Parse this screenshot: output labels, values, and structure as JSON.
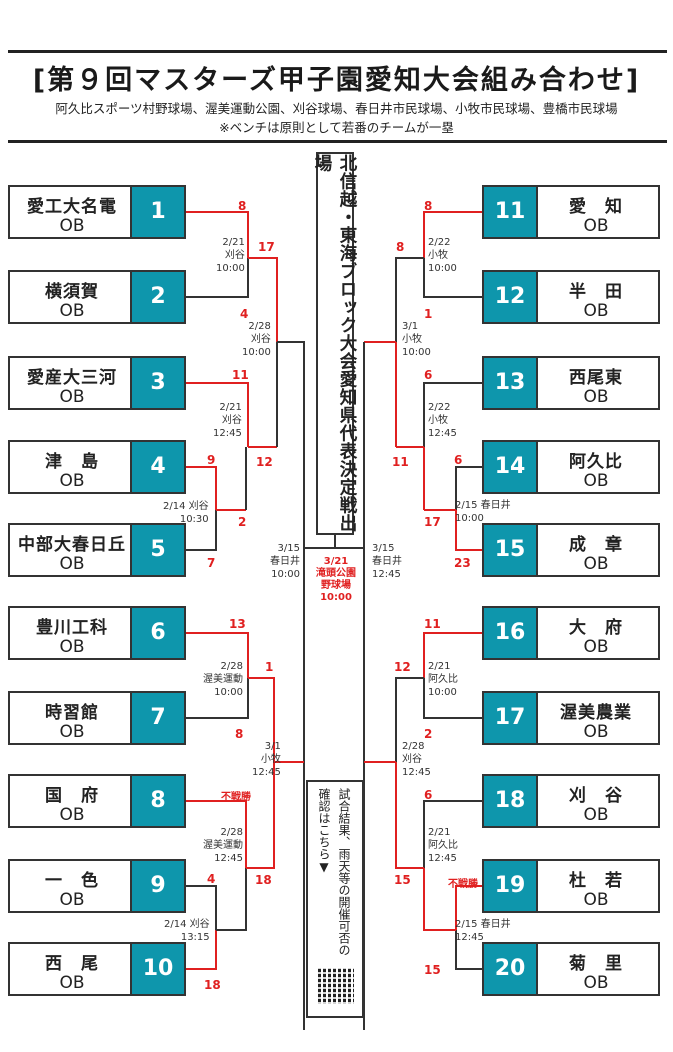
{
  "header": {
    "title": "[第９回マスターズ甲子園愛知大会組み合わせ]",
    "venues": "阿久比スポーツ村野球場、渥美運動公園、刈谷球場、春日井市民球場、小牧市民球場、豊橋市民球場",
    "note": "※ベンチは原則として若番のチームが一塁"
  },
  "center_banner": "北信越・東海ブロック大会愛知県代表決定戦出場",
  "final_match": {
    "date": "3/21",
    "venue_line1": "滝頭公園",
    "venue_line2": "野球場",
    "time": "10:00"
  },
  "info_box": {
    "text": "試合結果、雨天等の開催可否の確認はこちら▼",
    "qr_icon": "qr-code-icon"
  },
  "teams": [
    {
      "num": "1",
      "name": "愛工大名電",
      "suffix": "OB"
    },
    {
      "num": "2",
      "name": "横須賀",
      "suffix": "OB"
    },
    {
      "num": "3",
      "name": "愛産大三河",
      "suffix": "OB"
    },
    {
      "num": "4",
      "name": "津　島",
      "suffix": "OB"
    },
    {
      "num": "5",
      "name": "中部大春日丘",
      "suffix": "OB"
    },
    {
      "num": "6",
      "name": "豊川工科",
      "suffix": "OB"
    },
    {
      "num": "7",
      "name": "時習館",
      "suffix": "OB"
    },
    {
      "num": "8",
      "name": "国　府",
      "suffix": "OB"
    },
    {
      "num": "9",
      "name": "一　色",
      "suffix": "OB"
    },
    {
      "num": "10",
      "name": "西　尾",
      "suffix": "OB"
    },
    {
      "num": "11",
      "name": "愛　知",
      "suffix": "OB"
    },
    {
      "num": "12",
      "name": "半　田",
      "suffix": "OB"
    },
    {
      "num": "13",
      "name": "西尾東",
      "suffix": "OB"
    },
    {
      "num": "14",
      "name": "阿久比",
      "suffix": "OB"
    },
    {
      "num": "15",
      "name": "成　章",
      "suffix": "OB"
    },
    {
      "num": "16",
      "name": "大　府",
      "suffix": "OB"
    },
    {
      "num": "17",
      "name": "渥美農業",
      "suffix": "OB"
    },
    {
      "num": "18",
      "name": "刈　谷",
      "suffix": "OB"
    },
    {
      "num": "19",
      "name": "杜　若",
      "suffix": "OB"
    },
    {
      "num": "20",
      "name": "菊　里",
      "suffix": "OB"
    }
  ],
  "matches": [
    {
      "id": "m1-2",
      "date": "2/21",
      "venue": "刈谷",
      "time": "10:00",
      "scores": [
        "8",
        "4"
      ]
    },
    {
      "id": "m4-5",
      "date": "2/14",
      "venue": "刈谷",
      "time": "10:30",
      "scores": [
        "9",
        "7"
      ]
    },
    {
      "id": "m3-w45",
      "date": "2/21",
      "venue": "刈谷",
      "time": "12:45",
      "scores": [
        "11",
        "2"
      ]
    },
    {
      "id": "mL-top",
      "date": "2/28",
      "venue": "刈谷",
      "time": "10:00",
      "scores": [
        "17",
        "12"
      ]
    },
    {
      "id": "m6-7",
      "date": "2/28",
      "venue": "渥美運動",
      "time": "10:00",
      "scores": [
        "13",
        "8"
      ]
    },
    {
      "id": "m9-10",
      "date": "2/14",
      "venue": "刈谷",
      "time": "13:15",
      "scores": [
        "4",
        "18"
      ]
    },
    {
      "id": "m8-w910",
      "date": "2/28",
      "venue": "渥美運動",
      "time": "12:45",
      "scores": [
        "不戦勝",
        "18"
      ]
    },
    {
      "id": "mL-bot",
      "date": "3/1",
      "venue": "小牧",
      "time": "12:45",
      "scores": [
        "1",
        "18"
      ]
    },
    {
      "id": "semiL",
      "date": "3/15",
      "venue": "春日井",
      "time": "10:00"
    },
    {
      "id": "m11-12",
      "date": "2/22",
      "venue": "小牧",
      "time": "10:00",
      "scores": [
        "8",
        "1"
      ]
    },
    {
      "id": "m14-15",
      "date": "2/15",
      "venue": "春日井",
      "time": "10:00",
      "scores": [
        "6",
        "23"
      ]
    },
    {
      "id": "m13-w1415",
      "date": "2/22",
      "venue": "小牧",
      "time": "12:45",
      "scores": [
        "6",
        "17"
      ]
    },
    {
      "id": "mR-top",
      "date": "3/1",
      "venue": "小牧",
      "time": "10:00",
      "scores": [
        "8",
        "11"
      ]
    },
    {
      "id": "m16-17",
      "date": "2/21",
      "venue": "阿久比",
      "time": "10:00",
      "scores": [
        "11",
        "2"
      ]
    },
    {
      "id": "m19-20",
      "date": "2/15",
      "venue": "春日井",
      "time": "12:45",
      "scores": [
        "不戦勝",
        "15"
      ]
    },
    {
      "id": "m18-w1920",
      "date": "2/21",
      "venue": "阿久比",
      "time": "12:45",
      "scores": [
        "6",
        "15"
      ]
    },
    {
      "id": "mR-bot",
      "date": "2/28",
      "venue": "刈谷",
      "time": "12:45",
      "scores": [
        "12",
        "15"
      ]
    },
    {
      "id": "semiR",
      "date": "3/15",
      "venue": "春日井",
      "time": "12:45"
    }
  ],
  "colors": {
    "team_number_bg": "#0e96ac",
    "winner_line": "#e02020",
    "line": "#333333"
  }
}
